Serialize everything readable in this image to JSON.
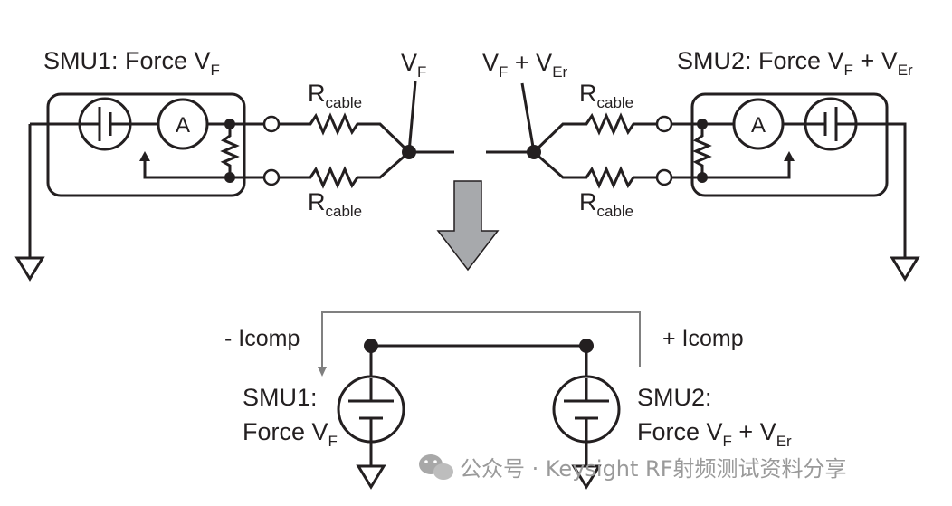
{
  "top": {
    "smu1_label": {
      "main": "SMU1: Force V",
      "sub": "F"
    },
    "smu2_label": {
      "main": "SMU2: Force V",
      "sub1": "F",
      "plus": " + V",
      "sub2": "Er"
    },
    "node_left": {
      "main": "V",
      "sub": "F"
    },
    "node_right": {
      "main": "V",
      "sub1": "F",
      "plus": " + V",
      "sub2": "Er"
    },
    "rcable": {
      "main": "R",
      "sub": "cable"
    },
    "ammeter": "A"
  },
  "bottom": {
    "neg_icomp": "- Icomp",
    "pos_icomp": "+ Icomp",
    "smu1_line1": "SMU1:",
    "smu1_line2": {
      "main": "Force V",
      "sub": "F"
    },
    "smu2_line1": "SMU2:",
    "smu2_line2": {
      "main": "Force V",
      "sub1": "F",
      "plus": " + V",
      "sub2": "Er"
    }
  },
  "watermark": {
    "text": "公众号 · Keysight RF射频测试资料分享",
    "icon": "wechat-icon"
  },
  "colors": {
    "line": "#231f20",
    "arrow": "#a7a9ac",
    "loop": "#808080",
    "watermark": "#9a9a9a"
  }
}
